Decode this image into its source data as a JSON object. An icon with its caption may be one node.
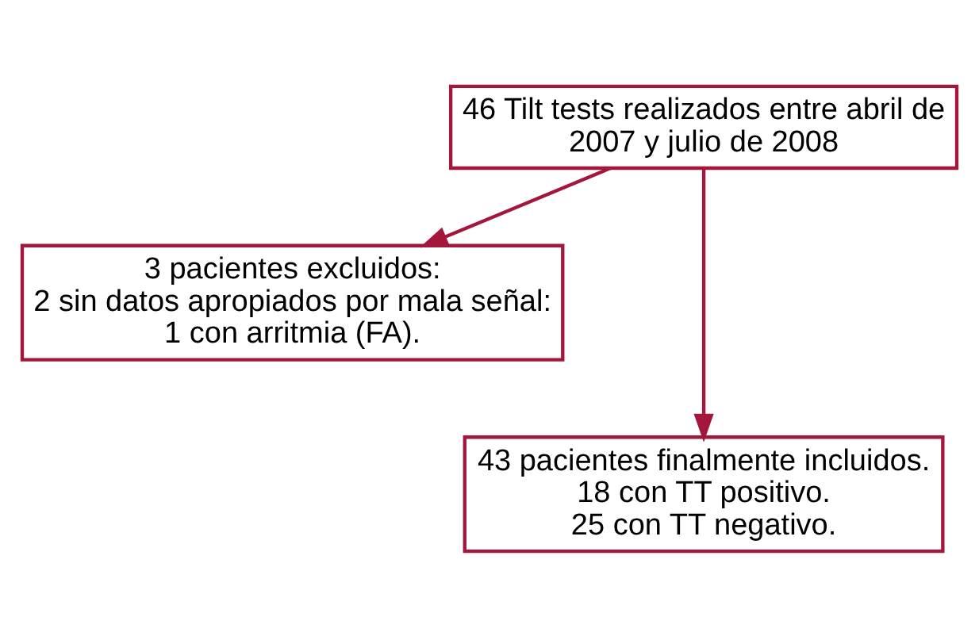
{
  "diagram": {
    "nodes": [
      {
        "text": [
          "46 Tilt tests realizados entre abril de 2007 y julio de 2008"
        ]
      },
      {
        "text": [
          "3 pacientes excluidos:",
          "2 sin datos apropiados por mala señal:",
          "1 con arritmia (FA)."
        ]
      },
      {
        "text": [
          "43 pacientes finalmente incluidos.",
          "18 con TT positivo.",
          "25 con TT negativo."
        ]
      }
    ],
    "edges": [
      {
        "from": 0,
        "to": 2,
        "arrow": "to"
      },
      {
        "from": 0,
        "to": 1,
        "arrow": "to"
      }
    ]
  }
}
